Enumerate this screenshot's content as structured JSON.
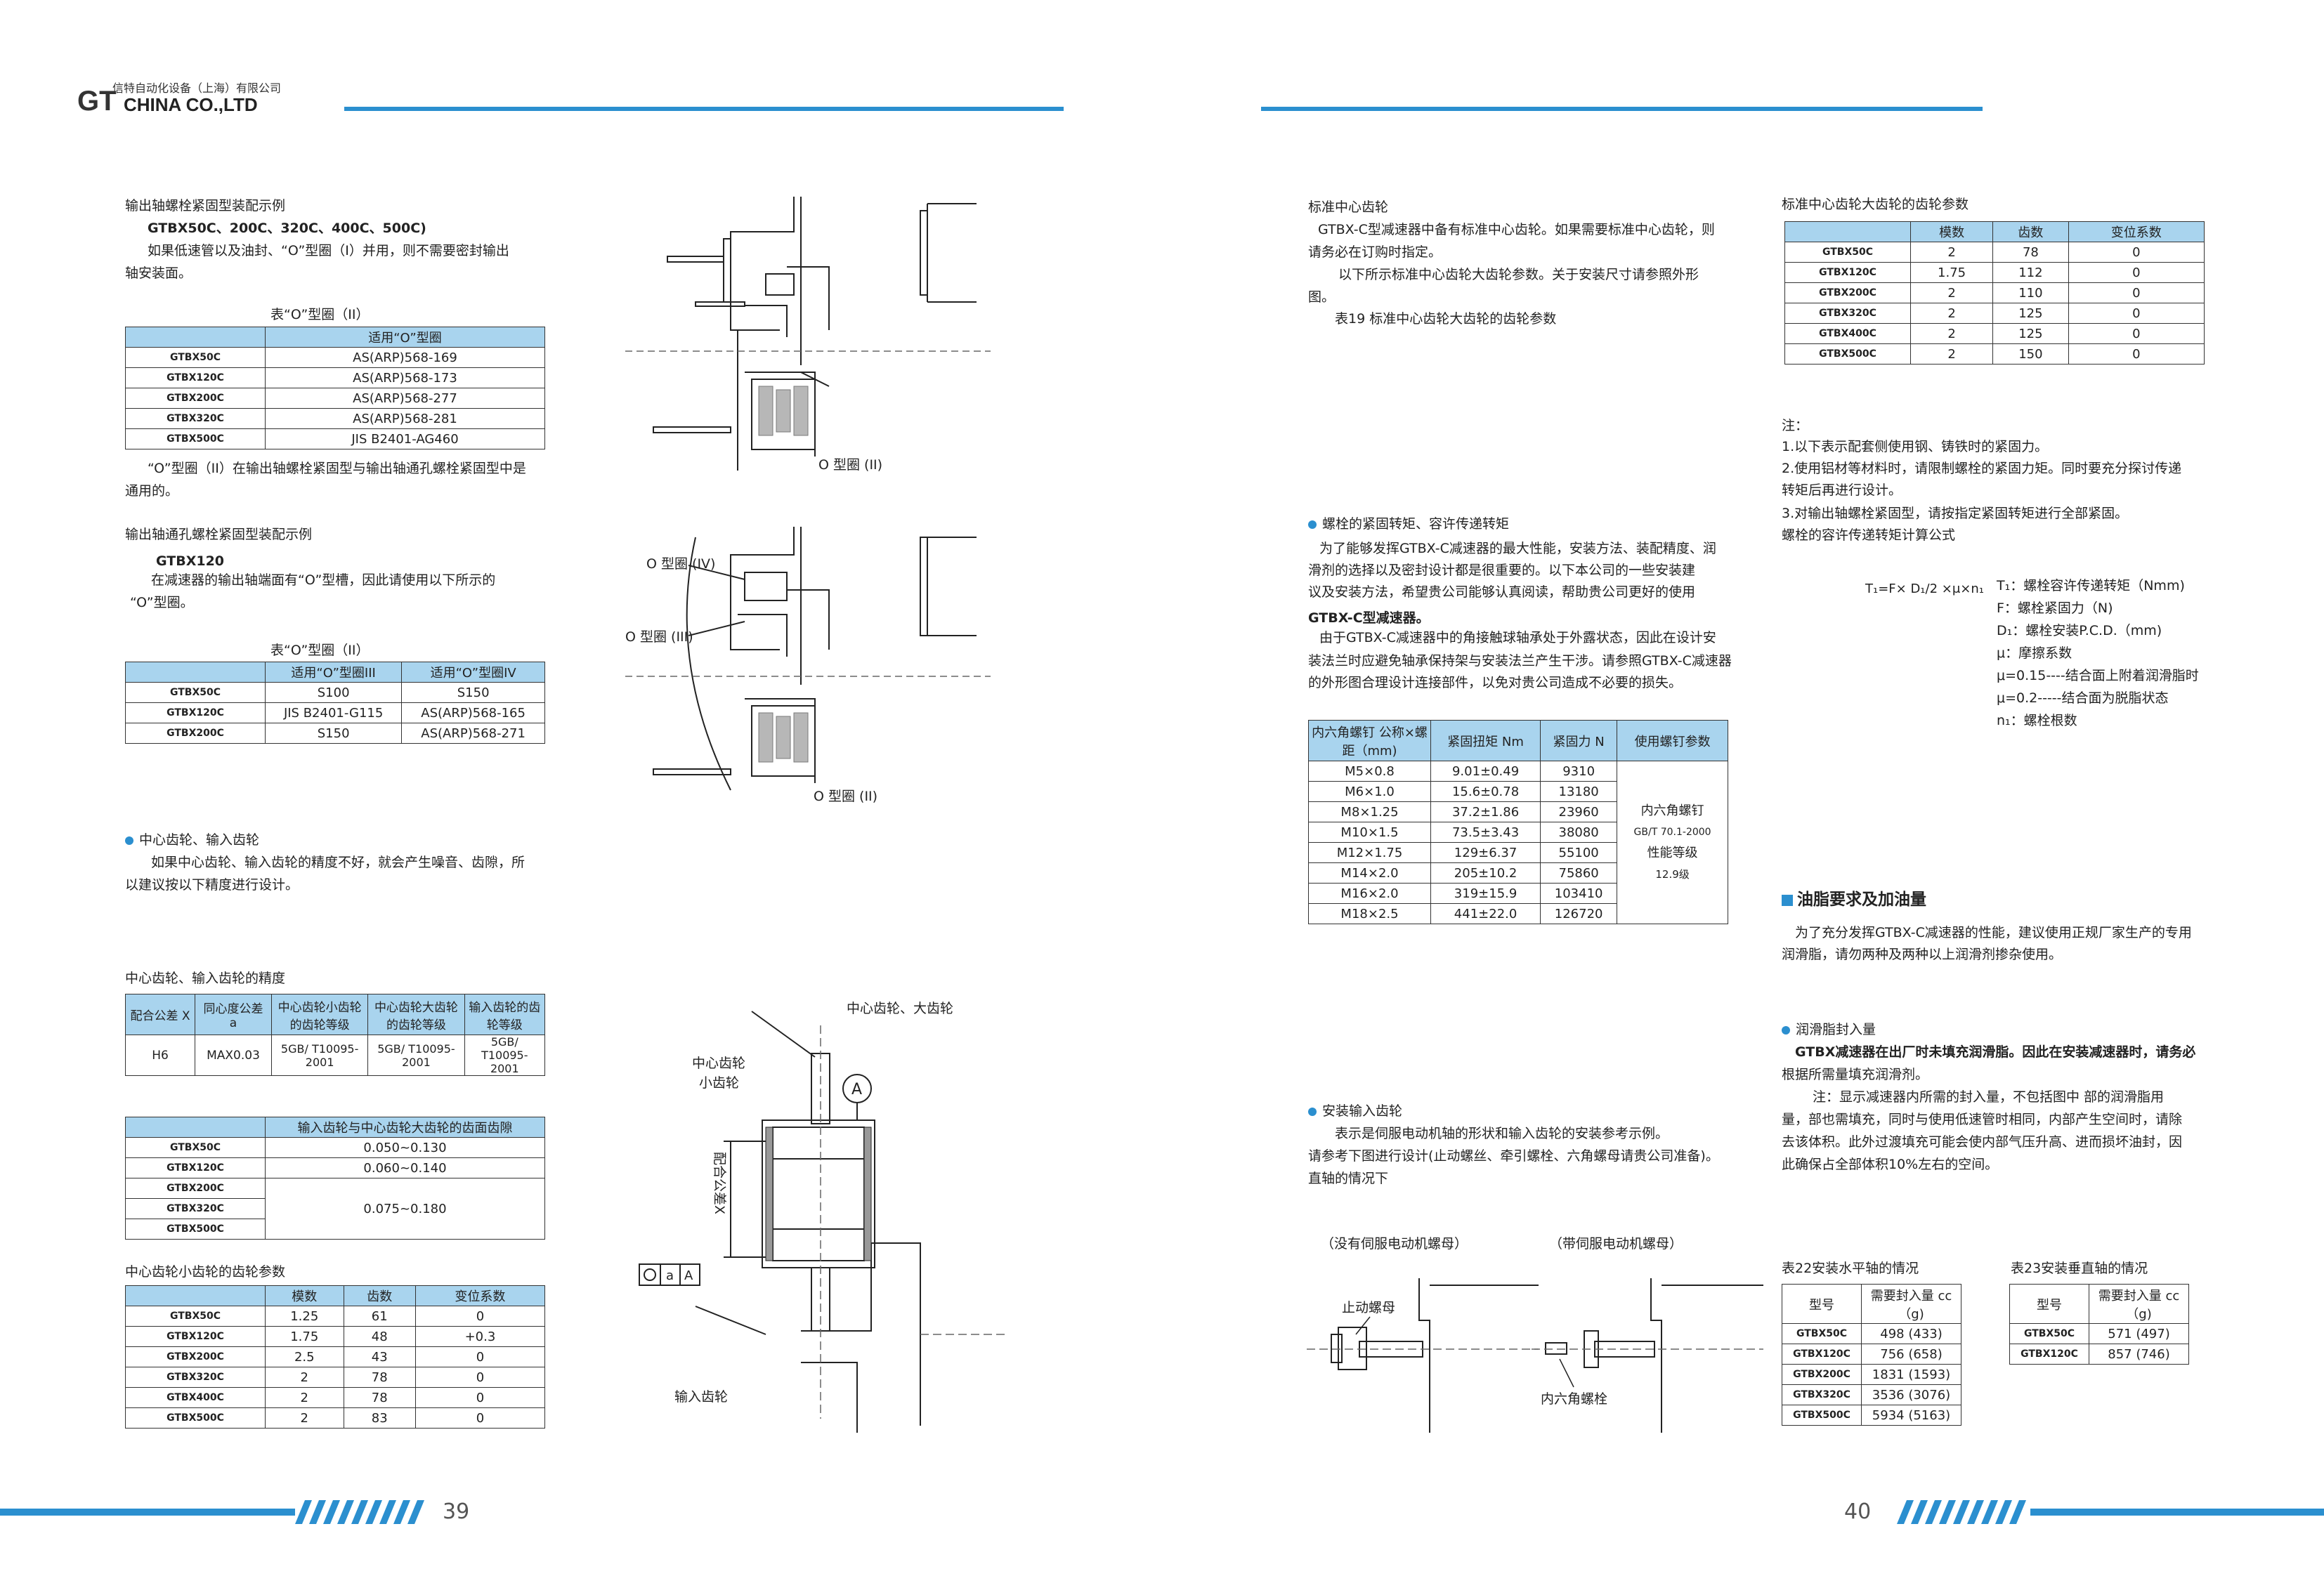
{
  "brand": {
    "cn": "信特自动化设备（上海）有限公司",
    "en": "CHINA CO.,LTD",
    "logo": "GT"
  },
  "page_left": "39",
  "page_right": "40",
  "left": {
    "s1_title": "输出轴螺栓紧固型装配示例",
    "s1_models": "GTBX50C、200C、320C、400C、500C)",
    "s1_text1": "如果低速管以及油封、“O”型圈（I）并用，则不需要密封输出",
    "s1_text2": "轴安装面。",
    "t1_caption": "表“O”型圈（II）",
    "t1_header": "适用“O”型圈",
    "t1_rows": [
      {
        "m": "GTBX50C",
        "v": "AS(ARP)568-169"
      },
      {
        "m": "GTBX120C",
        "v": "AS(ARP)568-173"
      },
      {
        "m": "GTBX200C",
        "v": "AS(ARP)568-277"
      },
      {
        "m": "GTBX320C",
        "v": "AS(ARP)568-281"
      },
      {
        "m": "GTBX500C",
        "v": "JIS B2401-AG460"
      }
    ],
    "t1_note1": "“O”型圈（II）在输出轴螺栓紧固型与输出轴通孔螺栓紧固型中是",
    "t1_note2": "通用的。",
    "s2_title": "输出轴通孔螺栓紧固型装配示例",
    "s2_model": "GTBX120",
    "s2_text1": "在减速器的输出轴端面有“O”型槽，因此请使用以下所示的",
    "s2_text2": "“O”型圈。",
    "t2_caption": "表“O”型圈（II）",
    "t2_h1": "适用“O”型圈III",
    "t2_h2": "适用“O”型圈IV",
    "t2_rows": [
      {
        "m": "GTBX50C",
        "a": "S100",
        "b": "S150"
      },
      {
        "m": "GTBX120C",
        "a": "JIS B2401-G115",
        "b": "AS(ARP)568-165"
      },
      {
        "m": "GTBX200C",
        "a": "S150",
        "b": "AS(ARP)568-271"
      }
    ],
    "s3_title": "中心齿轮、输入齿轮",
    "s3_text1": "如果中心齿轮、输入齿轮的精度不好，就会产生噪音、齿隙，所",
    "s3_text2": "以建议按以下精度进行设计。",
    "t3_caption": "中心齿轮、输入齿轮的精度",
    "t3_h": [
      "配合公差 X",
      "同心度公差 a",
      "中心齿轮小齿轮的齿轮等级",
      "中心齿轮大齿轮的齿轮等级",
      "输入齿轮的齿轮等级"
    ],
    "t3_row": [
      "H6",
      "MAX0.03",
      "5GB/ T10095-2001",
      "5GB/ T10095-2001",
      "5GB/ T10095-2001"
    ],
    "t4_header": "输入齿轮与中心齿轮大齿轮的齿面齿隙",
    "t4_models": [
      "GTBX50C",
      "GTBX120C",
      "GTBX200C",
      "GTBX320C",
      "GTBX500C"
    ],
    "t4_v1": "0.050~0.130",
    "t4_v2": "0.060~0.140",
    "t4_v3": "0.075~0.180",
    "t5_caption": "中心齿轮小齿轮的齿轮参数",
    "t5_h": [
      "模数",
      "齿数",
      "变位系数"
    ],
    "t5_rows": [
      [
        "GTBX50C",
        "1.25",
        "61",
        "0"
      ],
      [
        "GTBX120C",
        "1.75",
        "48",
        "+0.3"
      ],
      [
        "GTBX200C",
        "2.5",
        "43",
        "0"
      ],
      [
        "GTBX320C",
        "2",
        "78",
        "0"
      ],
      [
        "GTBX400C",
        "2",
        "78",
        "0"
      ],
      [
        "GTBX500C",
        "2",
        "83",
        "0"
      ]
    ],
    "fig1_label": "O 型圈 (II)",
    "fig2_label_iv": "O 型圈 (IV)",
    "fig2_label_iii": "O 型圈 (III)",
    "fig2_label_ii": "O 型圈 (II)",
    "fig3_top": "中心齿轮、大齿轮",
    "fig3_small1": "中心齿轮",
    "fig3_small2": "小齿轮",
    "fig3_side": "配合公差X",
    "fig3_A": "A",
    "fig3_a": "a",
    "fig3_input": "输入齿轮"
  },
  "right": {
    "s1_title": "标准中心齿轮",
    "s1_text1": "GTBX-C型减速器中备有标准中心齿轮。如果需要标准中心齿轮，则",
    "s1_text2": "请务必在订购时指定。",
    "s1_text3": "以下所示标准中心齿轮大齿轮参数。关于安装尺寸请参照外形",
    "s1_text4": "图。",
    "s1_text5": "表19 标准中心齿轮大齿轮的齿轮参数",
    "t6_caption": "标准中心齿轮大齿轮的齿轮参数",
    "t6_h": [
      "模数",
      "齿数",
      "变位系数"
    ],
    "t6_rows": [
      [
        "GTBX50C",
        "2",
        "78",
        "0"
      ],
      [
        "GTBX120C",
        "1.75",
        "112",
        "0"
      ],
      [
        "GTBX200C",
        "2",
        "110",
        "0"
      ],
      [
        "GTBX320C",
        "2",
        "125",
        "0"
      ],
      [
        "GTBX400C",
        "2",
        "125",
        "0"
      ],
      [
        "GTBX500C",
        "2",
        "150",
        "0"
      ]
    ],
    "notes": [
      "注：",
      "1.以下表示配套侧使用钢、铸铁时的紧固力。",
      "2.使用铝材等材料时，请限制螺栓的紧固力矩。同时要充分探讨传递",
      "转矩后再进行设计。",
      "3.对输出轴螺栓紧固型，请按指定紧固转矩进行全部紧固。",
      "螺栓的容许传递转矩计算公式"
    ],
    "formula": "T₁=F× D₁/2 ×μ×n₁",
    "formula_defs": [
      "T₁：螺栓容许传递转矩（Nmm)",
      "F：螺栓紧固力（N)",
      "D₁：螺栓安装P.C.D.（mm)",
      "μ：摩擦系数",
      "μ=0.15----结合面上附着润滑脂时",
      "μ=0.2-----结合面为脱脂状态",
      "n₁：螺栓根数"
    ],
    "s2_title": "螺栓的紧固转矩、容许传递转矩",
    "s2_lines": [
      "为了能够发挥GTBX-C减速器的最大性能，安装方法、装配精度、润",
      "滑剂的选择以及密封设计都是很重要的。以下本公司的一些安装建",
      "议及安装方法，希望贵公司能够认真阅读，帮助贵公司更好的使用",
      "GTBX-C型减速器。",
      "由于GTBX-C减速器中的角接触球轴承处于外露状态，因此在设计安",
      "装法兰时应避免轴承保持架与安装法兰产生干涉。请参照GTBX-C减速器",
      "的外形图合理设计连接部件，以免对贵公司造成不必要的损失。"
    ],
    "t7_h": [
      "内六角螺钉 公称×螺距（mm)",
      "紧固扭矩 Nm",
      "紧固力 N",
      "使用螺钉参数"
    ],
    "t7_rows": [
      [
        "M5×0.8",
        "9.01±0.49",
        "9310"
      ],
      [
        "M6×1.0",
        "15.6±0.78",
        "13180"
      ],
      [
        "M8×1.25",
        "37.2±1.86",
        "23960"
      ],
      [
        "M10×1.5",
        "73.5±3.43",
        "38080"
      ],
      [
        "M12×1.75",
        "129±6.37",
        "55100"
      ],
      [
        "M14×2.0",
        "205±10.2",
        "75860"
      ],
      [
        "M16×2.0",
        "319±15.9",
        "103410"
      ],
      [
        "M18×2.5",
        "441±22.0",
        "126720"
      ]
    ],
    "t7_side": [
      "内六角螺钉",
      "GB/T 70.1-2000",
      "性能等级",
      "12.9级"
    ],
    "s3_title": "安装输入齿轮",
    "s3_lines": [
      "表示是伺服电动机轴的形状和输入齿轮的安装参考示例。",
      "请参考下图进行设计(止动螺丝、牵引螺栓、六角螺母请贵公司准备)。",
      "直轴的情况下"
    ],
    "fig_a_caption": "（没有伺服电动机螺母）",
    "fig_b_caption": "（带伺服电动机螺母）",
    "fig_a_label": "止动螺母",
    "fig_b_label": "内六角螺栓",
    "s4_title": "油脂要求及加油量",
    "s4_text1": "为了充分发挥GTBX-C减速器的性能，建议使用正规厂家生产的专用",
    "s4_text2": "润滑脂，请勿两种及两种以上润滑剂掺杂使用。",
    "s5_title": "润滑脂封入量",
    "s5_lines": [
      "GTBX减速器在出厂时未填充润滑脂。因此在安装减速器时，请务必",
      "根据所需量填充润滑剂。",
      "注：显示减速器内所需的封入量，不包括图中  部的润滑脂用",
      "量，部也需填充，同时与使用低速管时相同，内部产生空间时，请除",
      "去该体积。此外过渡填充可能会使内部气压升高、进而损坏油封，因",
      "此确保占全部体积10%左右的空间。"
    ],
    "t8_caption": "表22安装水平轴的情况",
    "t8_h": [
      "型号",
      "需要封入量 cc （g)"
    ],
    "t8_rows": [
      [
        "GTBX50C",
        "498 (433)"
      ],
      [
        "GTBX120C",
        "756 (658)"
      ],
      [
        "GTBX200C",
        "1831 (1593)"
      ],
      [
        "GTBX320C",
        "3536 (3076)"
      ],
      [
        "GTBX500C",
        "5934 (5163)"
      ]
    ],
    "t9_caption": "表23安装垂直轴的情况",
    "t9_h": [
      "型号",
      "需要封入量 cc （g)"
    ],
    "t9_rows": [
      [
        "GTBX50C",
        "571 (497)"
      ],
      [
        "GTBX120C",
        "857 (746)"
      ]
    ]
  }
}
